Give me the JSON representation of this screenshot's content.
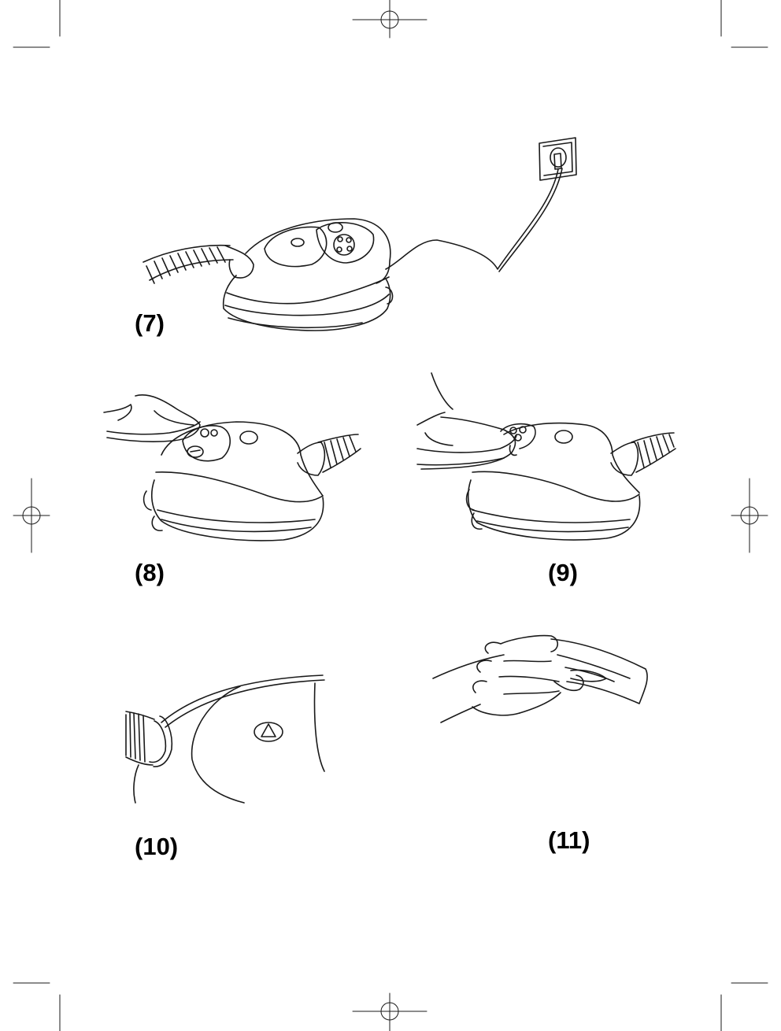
{
  "figures": [
    {
      "id": "7",
      "label": "(7)",
      "icon": "steam-cleaner-plugged-into-wall-socket"
    },
    {
      "id": "8",
      "label": "(8)",
      "icon": "foot-pressing-power-button"
    },
    {
      "id": "9",
      "label": "(9)",
      "icon": "foot-pressing-cord-rewind-button"
    },
    {
      "id": "10",
      "label": "(10)",
      "icon": "hose-connector-release-button"
    },
    {
      "id": "11",
      "label": "(11)",
      "icon": "hand-holding-hose-handle"
    }
  ],
  "colors": {
    "ink": "#1a1a1a",
    "paper": "#ffffff"
  }
}
